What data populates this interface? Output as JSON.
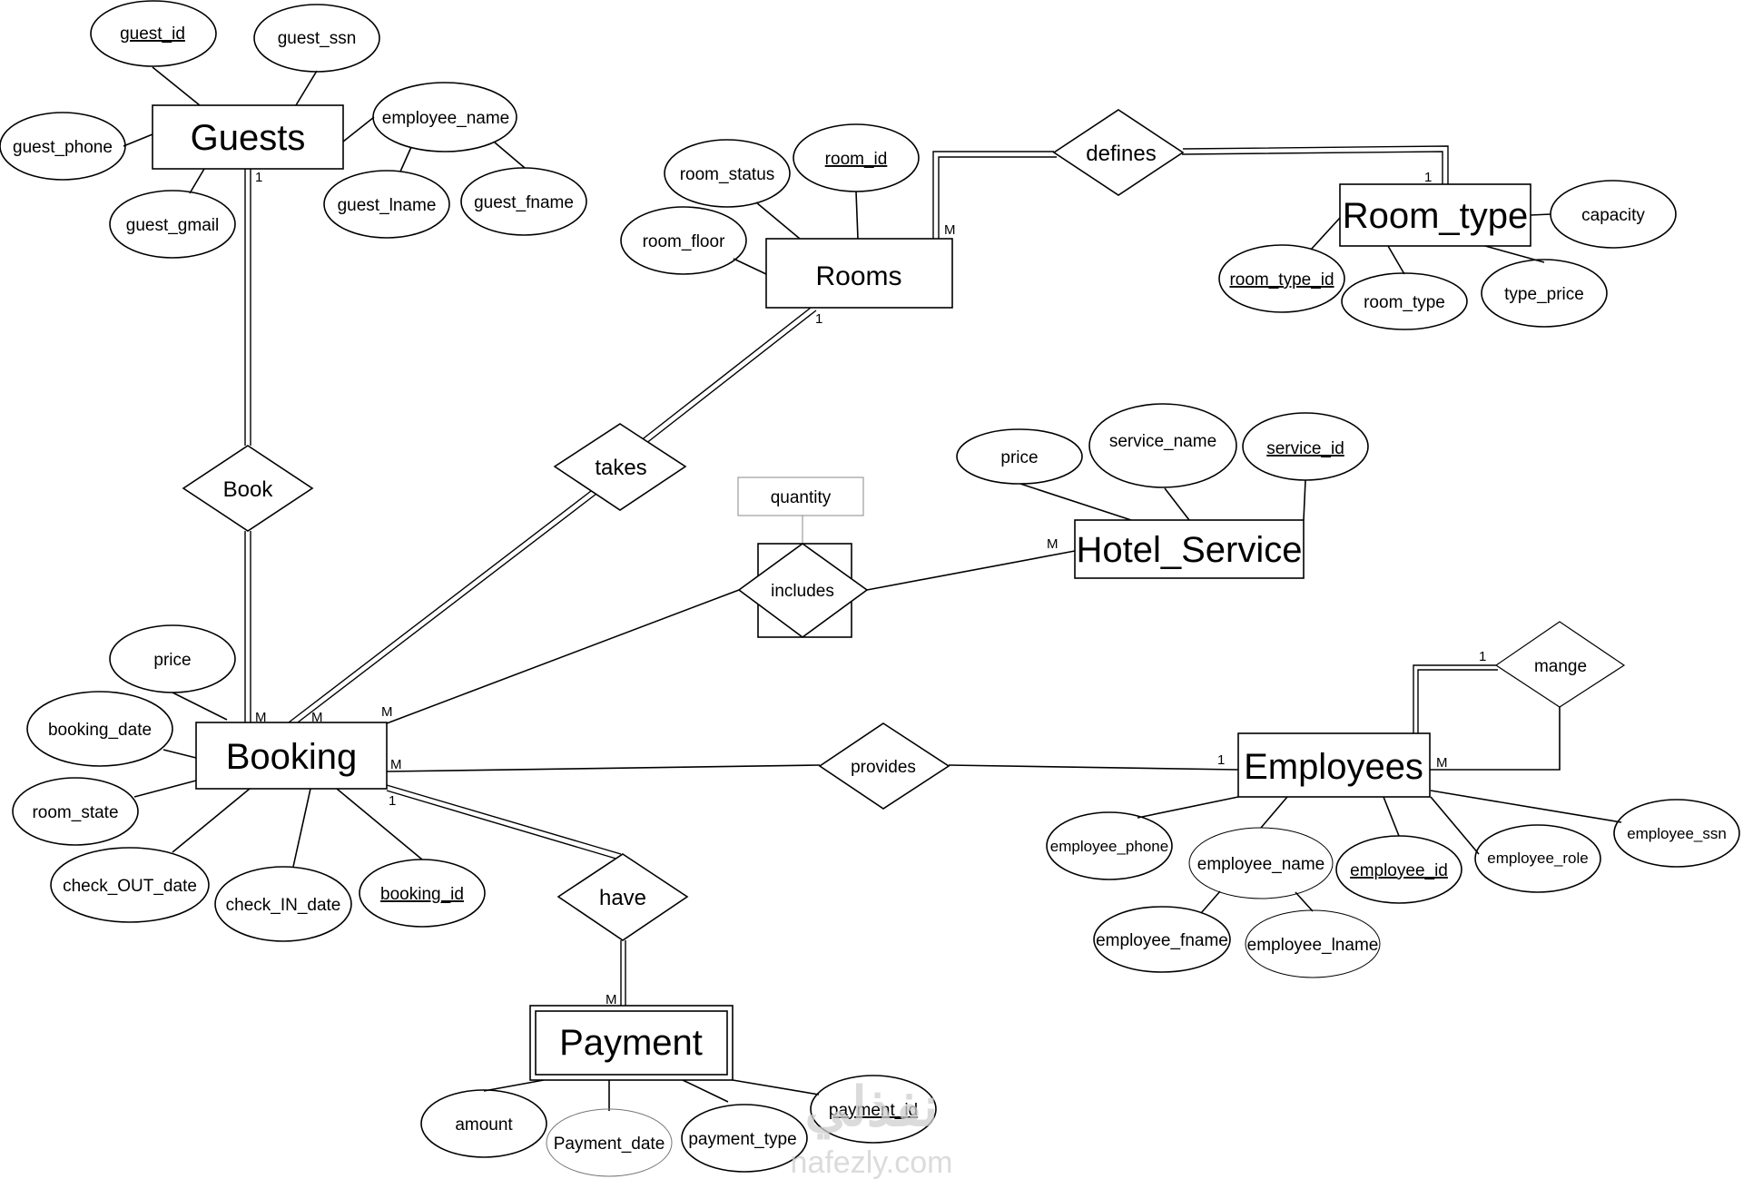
{
  "diagram": {
    "type": "ER diagram",
    "subject": "Hotel management",
    "entities": {
      "guests": {
        "label": "Guests"
      },
      "rooms": {
        "label": "Rooms"
      },
      "room_type": {
        "label": "Room_type"
      },
      "hotel_service": {
        "label": "Hotel_Service"
      },
      "booking": {
        "label": "Booking"
      },
      "employees": {
        "label": "Employees"
      },
      "payment": {
        "label": "Payment",
        "weak": true
      }
    },
    "relationships": {
      "book": {
        "label": "Book"
      },
      "takes": {
        "label": "takes"
      },
      "defines": {
        "label": "defines"
      },
      "includes": {
        "label": "includes",
        "associative": true
      },
      "provides": {
        "label": "provides"
      },
      "mange": {
        "label": "mange"
      },
      "have": {
        "label": "have"
      }
    },
    "attributes": {
      "guest_id": {
        "label": "guest_id",
        "key": true
      },
      "guest_ssn": {
        "label": "guest_ssn"
      },
      "guest_phone": {
        "label": "guest_phone"
      },
      "guest_gmail": {
        "label": "guest_gmail"
      },
      "guest_employee_name": {
        "label": "employee_name"
      },
      "guest_lname": {
        "label": "guest_lname"
      },
      "guest_fname": {
        "label": "guest_fname"
      },
      "room_status": {
        "label": "room_status"
      },
      "room_id": {
        "label": "room_id",
        "key": true
      },
      "room_floor": {
        "label": "room_floor"
      },
      "capacity": {
        "label": "capacity"
      },
      "room_type_id": {
        "label": "room_type_id",
        "key": true
      },
      "room_type": {
        "label": "room_type"
      },
      "type_price": {
        "label": "type_price"
      },
      "service_price": {
        "label": "price"
      },
      "service_name": {
        "label": "service_name"
      },
      "service_id": {
        "label": "service_id",
        "key": true
      },
      "quantity": {
        "label": "quantity"
      },
      "booking_price": {
        "label": "price"
      },
      "booking_date": {
        "label": "booking_date"
      },
      "room_state": {
        "label": "room_state"
      },
      "check_out_date": {
        "label": "check_OUT_date"
      },
      "check_in_date": {
        "label": "check_IN_date"
      },
      "booking_id": {
        "label": "booking_id",
        "key": true
      },
      "employee_phone": {
        "label": "employee_phone"
      },
      "employee_name": {
        "label": "employee_name"
      },
      "employee_id": {
        "label": "employee_id",
        "key": true
      },
      "employee_role": {
        "label": "employee_role"
      },
      "employee_ssn": {
        "label": "employee_ssn"
      },
      "employee_fname": {
        "label": "employee_fname"
      },
      "employee_lname": {
        "label": "employee_lname"
      },
      "amount": {
        "label": "amount"
      },
      "payment_date": {
        "label": "Payment_date"
      },
      "payment_type": {
        "label": "payment_type"
      },
      "payment_id": {
        "label": "payment_id",
        "key": true
      }
    },
    "cardinalities": {
      "guests_book": "1",
      "booking_book": "M",
      "booking_takes": "M",
      "rooms_takes": "1",
      "rooms_defines": "M",
      "room_type_defines": "1",
      "booking_includes": "M",
      "hotel_service_includes": "M",
      "booking_provides": "M",
      "employees_provides": "1",
      "booking_have": "1",
      "payment_have": "M",
      "employees_mange_one": "1",
      "employees_mange_many": "M"
    },
    "watermark": {
      "arabic": "نفذلي",
      "latin": "nafezly.com"
    }
  }
}
